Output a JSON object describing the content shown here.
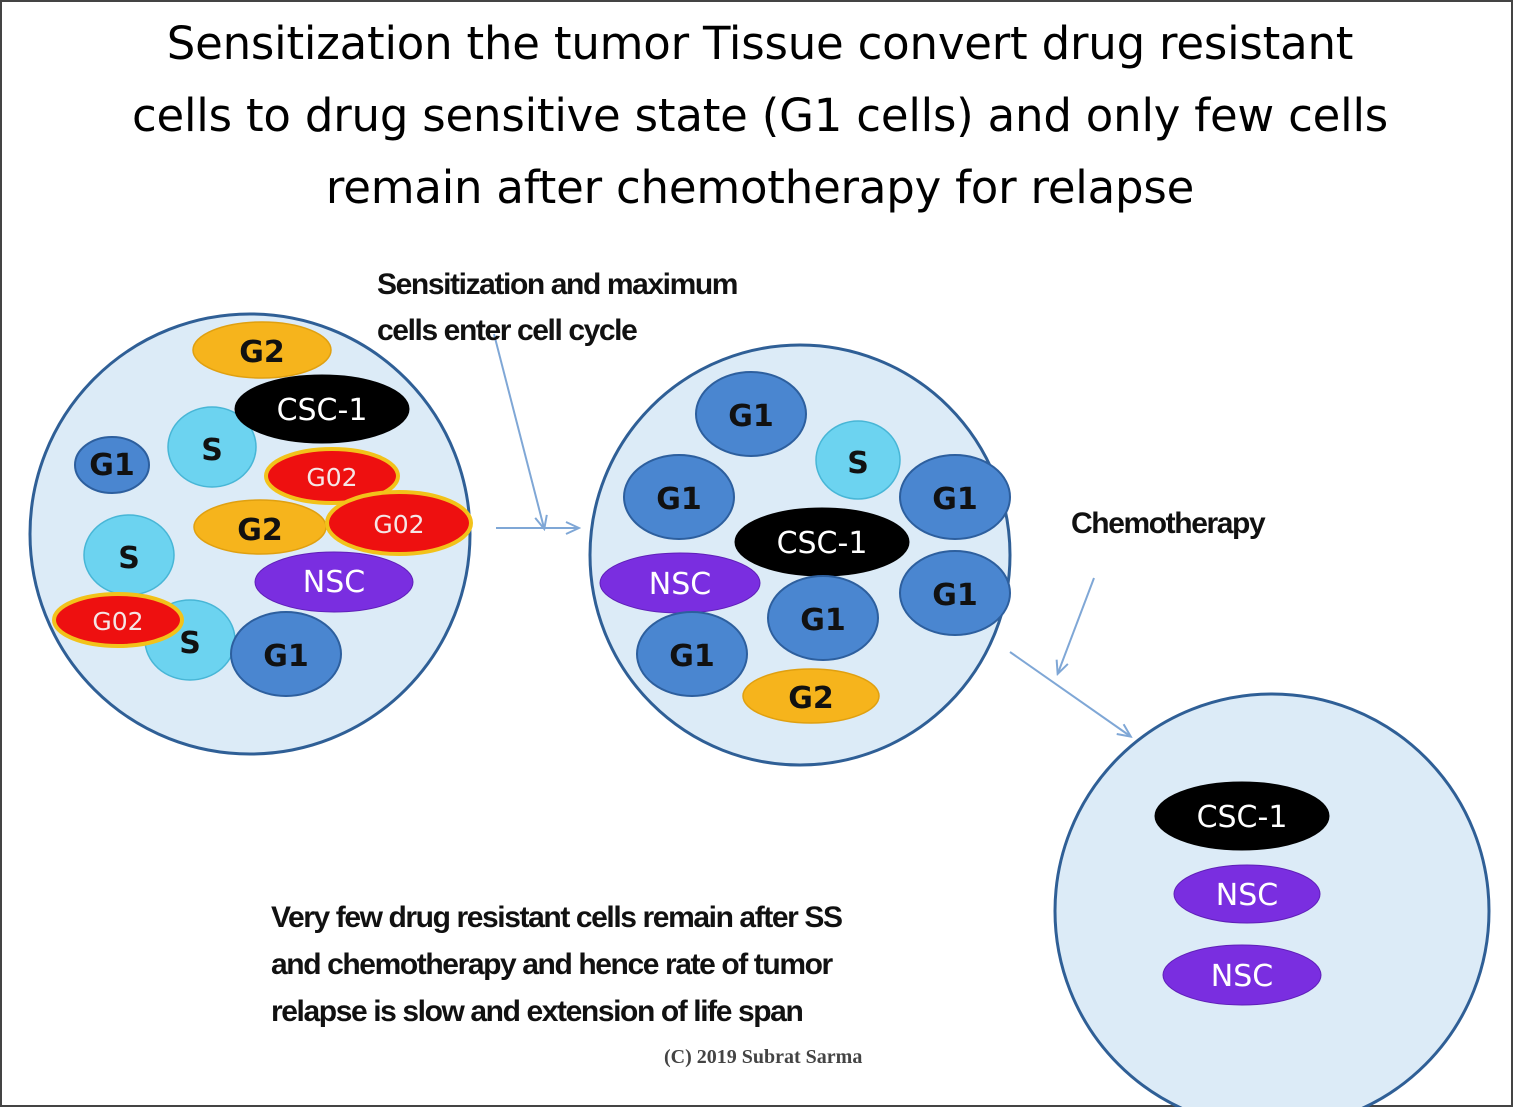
{
  "title_lines": [
    "Sensitization the tumor Tissue convert  drug resistant",
    "cells to drug sensitive state (G1 cells) and only few cells",
    "remain after chemotherapy for relapse"
  ],
  "annotations": {
    "sensitization_line1": "Sensitization and maximum",
    "sensitization_line2": "cells enter cell cycle",
    "chemotherapy": "Chemotherapy",
    "outcome_line1": "Very few  drug resistant cells remain  after SS",
    "outcome_line2": "and chemotherapy and hence rate of tumor",
    "outcome_line3": "relapse is slow and  extension of life span"
  },
  "copyright": "(C) 2019 Subrat Sarma",
  "colors": {
    "tissue_fill": "#dcebf7",
    "tissue_stroke": "#2f5f96",
    "arrow": "#7fa7d6",
    "G1": "#4a86d0",
    "S": "#6cd3f0",
    "G2": "#f6b41c",
    "G02": "#ee1010",
    "G02_border": "#f2c21a",
    "CSC": "#000000",
    "NSC": "#7a2ee0"
  },
  "tissues": [
    {
      "name": "before-sensitization",
      "cells": [
        {
          "label": "G2",
          "type": "G2"
        },
        {
          "label": "S",
          "type": "S"
        },
        {
          "label": "CSC-1",
          "type": "CSC"
        },
        {
          "label": "G1",
          "type": "G1"
        },
        {
          "label": "G02",
          "type": "G02"
        },
        {
          "label": "G2",
          "type": "G2"
        },
        {
          "label": "G02",
          "type": "G02"
        },
        {
          "label": "S",
          "type": "S"
        },
        {
          "label": "NSC",
          "type": "NSC"
        },
        {
          "label": "S",
          "type": "S"
        },
        {
          "label": "G02",
          "type": "G02"
        },
        {
          "label": "G1",
          "type": "G1"
        }
      ]
    },
    {
      "name": "after-sensitization",
      "cells": [
        {
          "label": "G1",
          "type": "G1"
        },
        {
          "label": "S",
          "type": "S"
        },
        {
          "label": "G1",
          "type": "G1"
        },
        {
          "label": "G1",
          "type": "G1"
        },
        {
          "label": "CSC-1",
          "type": "CSC"
        },
        {
          "label": "NSC",
          "type": "NSC"
        },
        {
          "label": "G1",
          "type": "G1"
        },
        {
          "label": "G1",
          "type": "G1"
        },
        {
          "label": "G1",
          "type": "G1"
        },
        {
          "label": "G2",
          "type": "G2"
        }
      ]
    },
    {
      "name": "after-chemotherapy",
      "cells": [
        {
          "label": "CSC-1",
          "type": "CSC"
        },
        {
          "label": "NSC",
          "type": "NSC"
        },
        {
          "label": "NSC",
          "type": "NSC"
        }
      ]
    }
  ]
}
